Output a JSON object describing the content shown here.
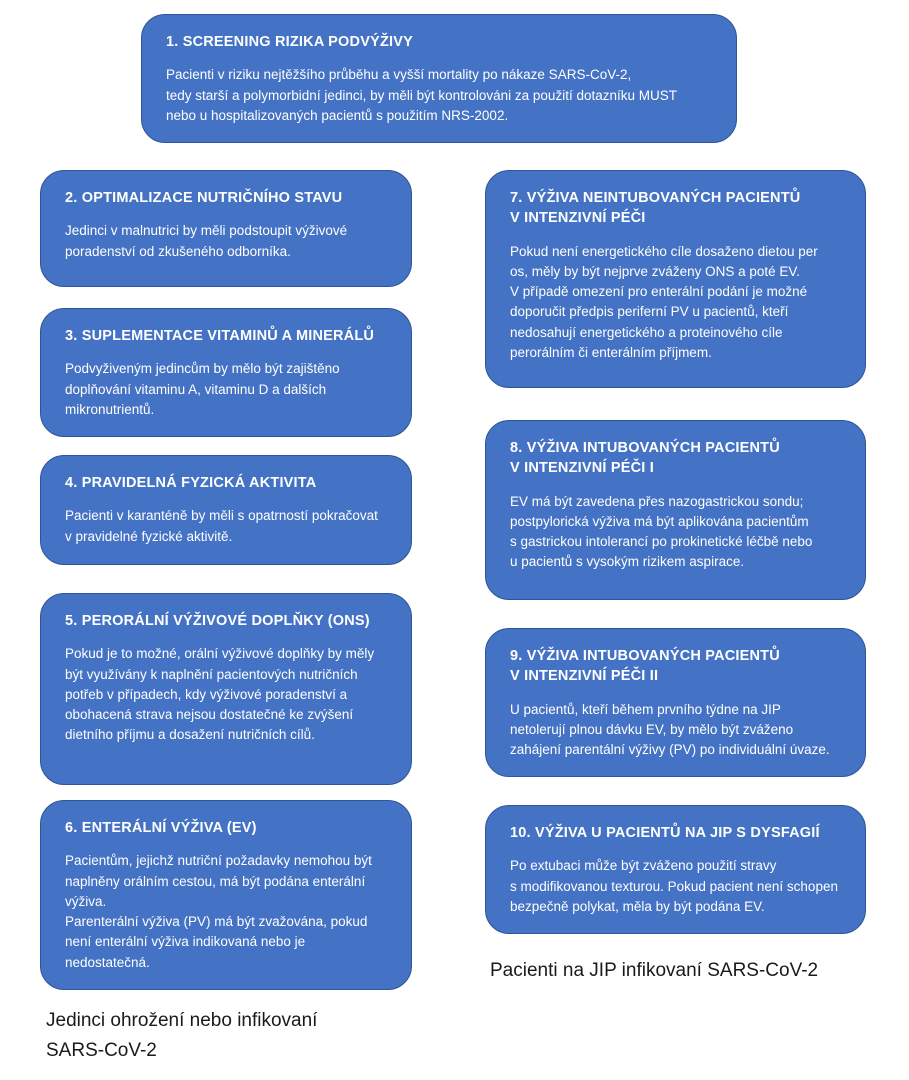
{
  "diagram": {
    "title": "COVID-19 nutrition recommendations infographic",
    "colors": {
      "box_fill": "#4472C4",
      "box_border": "#2F5597",
      "box_text": "#FFFFFF",
      "caption_text": "#1A1A1A",
      "background": "#FFFFFF"
    },
    "boxes": [
      {
        "id": "box-1",
        "title": "1. SCREENING RIZIKA PODVÝŽIVY",
        "body": "Pacienti v riziku nejtěžšího průběhu a vyšší mortality po nákaze SARS-CoV-2,\ntedy starší a polymorbidní jedinci, by měli být kontrolováni za použití dotazníku MUST\nnebo u hospitalizovaných pacientů s použitím NRS-2002."
      },
      {
        "id": "box-2",
        "title": "2. OPTIMALIZACE NUTRIČNÍHO STAVU",
        "body": "Jedinci v malnutrici by měli podstoupit výživové\nporadenství od zkušeného odborníka."
      },
      {
        "id": "box-3",
        "title": "3. SUPLEMENTACE VITAMINŮ A MINERÁLŮ",
        "body": "Podvyživeným jedincům by mělo být zajištěno\ndoplňování vitaminu A, vitaminu D a dalších\nmikronutrientů."
      },
      {
        "id": "box-4",
        "title": "4. PRAVIDELNÁ FYZICKÁ AKTIVITA",
        "body": "Pacienti v karanténě by měli s opatrností pokračovat\nv pravidelné fyzické aktivitě."
      },
      {
        "id": "box-5",
        "title": "5. PERORÁLNÍ VÝŽIVOVÉ DOPLŇKY (ONS)",
        "body": "Pokud je to možné, orální výživové doplňky by měly\nbýt využívány k naplnění pacientových nutričních\npotřeb v případech, kdy výživové poradenství a\nobohacená strava nejsou dostatečné ke zvýšení\ndietního příjmu a dosažení nutričních cílů."
      },
      {
        "id": "box-6",
        "title": "6. ENTERÁLNÍ VÝŽIVA (EV)",
        "body": "Pacientům, jejichž nutriční požadavky nemohou být\nnaplněny orálním cestou, má být podána enterální\nvýživa.\nParenterální výživa (PV) má být zvažována, pokud\nnení enterální výživa indikovaná nebo je\nnedostatečná."
      },
      {
        "id": "box-7",
        "title": "7. VÝŽIVA NEINTUBOVANÝCH PACIENTŮ\nV INTENZIVNÍ PÉČI",
        "body": "Pokud není energetického cíle dosaženo dietou per\nos, měly by být nejprve zváženy ONS a poté EV.\nV případě omezení pro enterální podání je možné\ndoporučit předpis periferní PV u pacientů, kteří\nnedosahují energetického a proteinového cíle\nperorálním či enterálním příjmem."
      },
      {
        "id": "box-8",
        "title": "8. VÝŽIVA INTUBOVANÝCH PACIENTŮ\nV INTENZIVNÍ PÉČI I",
        "body": "EV má být zavedena přes nazogastrickou sondu;\npostpylorická výživa má být aplikována pacientům\ns gastrickou intolerancí po prokinetické léčbě nebo\nu pacientů s vysokým rizikem aspirace."
      },
      {
        "id": "box-9",
        "title": "9. VÝŽIVA INTUBOVANÝCH PACIENTŮ\nV INTENZIVNÍ PÉČI II",
        "body": "U pacientů, kteří během prvního týdne na JIP\nnetolerují plnou dávku EV, by mělo být zváženo\nzahájení parentální výživy (PV) po individuální úvaze."
      },
      {
        "id": "box-10",
        "title": "10. VÝŽIVA U PACIENTŮ NA JIP S DYSFAGIÍ",
        "body": "Po extubaci může být zváženo použití stravy\ns modifikovanou texturou. Pokud pacient není schopen\nbezpečně polykat, měla by být podána EV."
      }
    ],
    "captions": {
      "left": "Jedinci ohrožení nebo infikovaní\nSARS-CoV-2",
      "right": "Pacienti na JIP infikovaní SARS-CoV-2"
    }
  }
}
